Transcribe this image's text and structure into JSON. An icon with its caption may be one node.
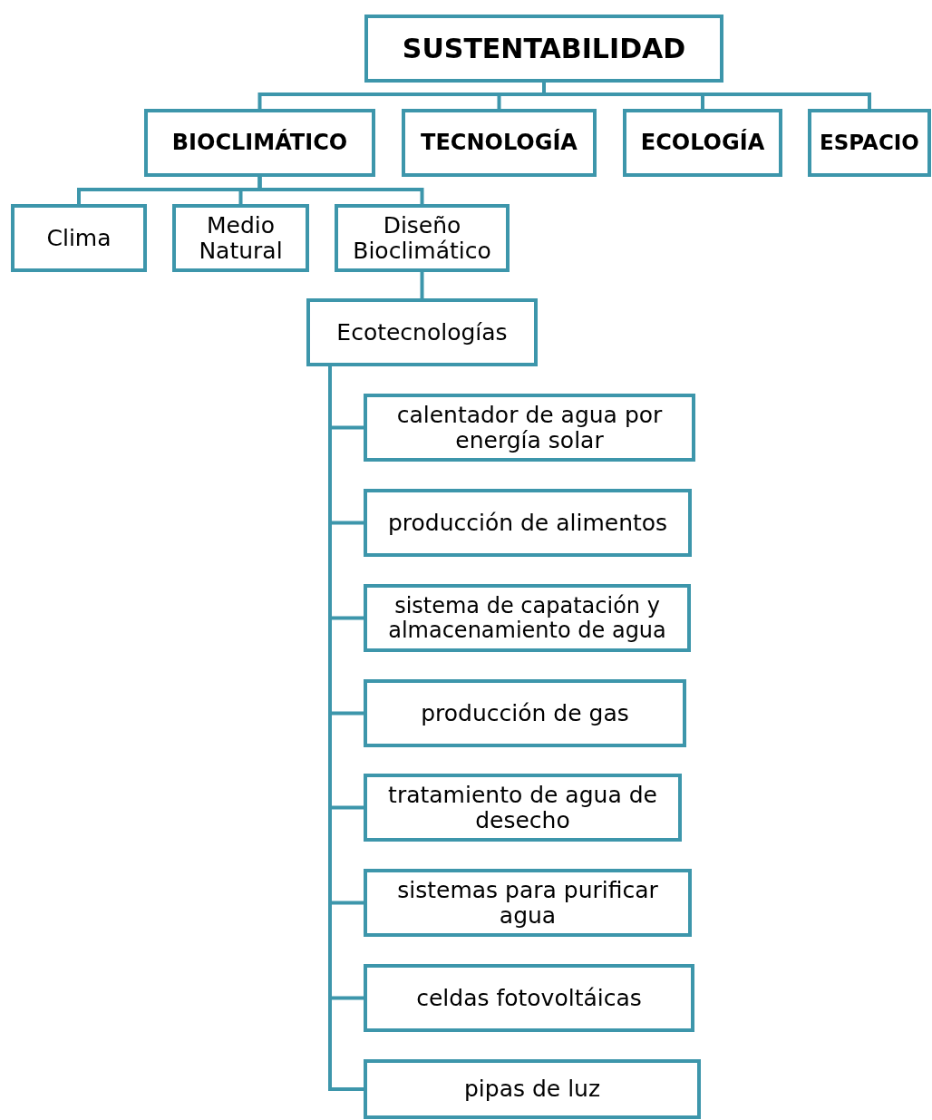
{
  "diagram": {
    "nodes": [
      {
        "text": [
          "SUSTENTABILIDAD"
        ]
      },
      {
        "text": [
          "BIOCLIMÁTICO"
        ]
      },
      {
        "text": [
          "TECNOLOGÍA"
        ]
      },
      {
        "text": [
          "ECOLOGÍA"
        ]
      },
      {
        "text": [
          "ESPACIO"
        ]
      },
      {
        "text": [
          "Clima"
        ]
      },
      {
        "text": [
          "Medio Natural"
        ]
      },
      {
        "text": [
          "Diseño Bioclimático"
        ]
      },
      {
        "text": [
          "Ecotecnologías"
        ]
      },
      {
        "text": [
          "calentador de agua por energía solar"
        ]
      },
      {
        "text": [
          "producción de alimentos"
        ]
      },
      {
        "text": [
          "sistema de capatación y almacenamiento de agua"
        ]
      },
      {
        "text": [
          "producción de gas"
        ]
      },
      {
        "text": [
          "tratamiento de agua de desecho"
        ]
      },
      {
        "text": [
          "sistemas para purificar agua"
        ]
      },
      {
        "text": [
          "celdas fotovoltáicas"
        ]
      },
      {
        "text": [
          "pipas de luz"
        ]
      }
    ],
    "edges": [
      {
        "from": 0,
        "to": 1,
        "arrow": "none"
      },
      {
        "from": 0,
        "to": 2,
        "arrow": "none"
      },
      {
        "from": 0,
        "to": 3,
        "arrow": "none"
      },
      {
        "from": 0,
        "to": 4,
        "arrow": "none"
      },
      {
        "from": 1,
        "to": 5,
        "arrow": "none"
      },
      {
        "from": 1,
        "to": 6,
        "arrow": "none"
      },
      {
        "from": 1,
        "to": 7,
        "arrow": "none"
      },
      {
        "from": 7,
        "to": 8,
        "arrow": "none"
      },
      {
        "from": 8,
        "to": 9,
        "arrow": "none"
      },
      {
        "from": 8,
        "to": 10,
        "arrow": "none"
      },
      {
        "from": 8,
        "to": 11,
        "arrow": "none"
      },
      {
        "from": 8,
        "to": 12,
        "arrow": "none"
      },
      {
        "from": 8,
        "to": 13,
        "arrow": "none"
      },
      {
        "from": 8,
        "to": 14,
        "arrow": "none"
      },
      {
        "from": 8,
        "to": 15,
        "arrow": "none"
      },
      {
        "from": 8,
        "to": 16,
        "arrow": "none"
      }
    ]
  }
}
